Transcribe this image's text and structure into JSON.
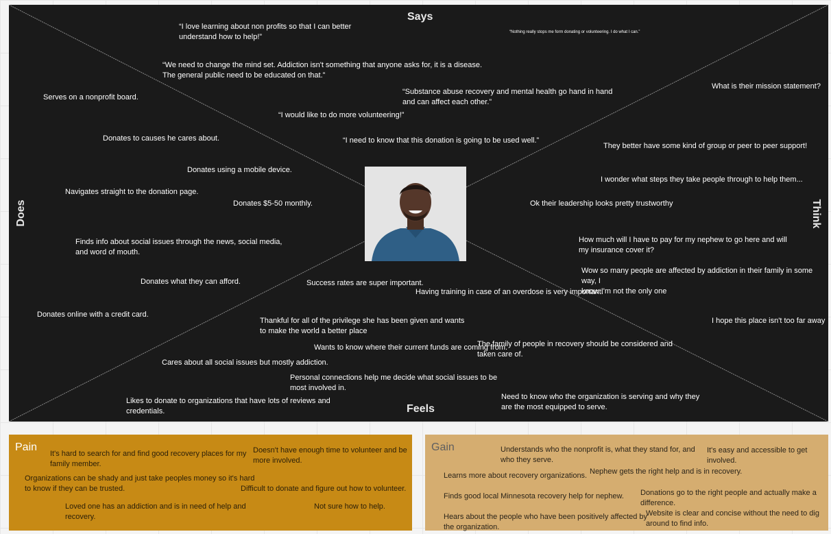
{
  "board": {
    "labels": {
      "says": "Says",
      "think": "Think",
      "feels": "Feels",
      "does": "Does"
    },
    "says": [
      "“I love learning about non profits so that I can better\nunderstand how to help!”",
      "“Nothing really stops me form donating or volunteering. I do what I can.”",
      "“We need to change the mind set. Addiction isn't something that anyone asks for, it is a disease.\nThe general public need to be educated on that.”",
      "“Substance abuse recovery and mental health go hand in hand\nand can affect each other.”",
      "“I would like to do more volunteering!”",
      "“I need to know that this donation is going to be used well.”"
    ],
    "think": [
      "What is their mission statement?",
      "They better have some kind of group or peer to peer support!",
      "I wonder what steps they take people through to help them...",
      "Ok their leadership looks pretty trustworthy",
      "How much will I have to pay for my nephew to go here and will\nmy insurance cover it?",
      "Wow so many people are affected by addiction in their family in some way, I\nknow I'm not the only one",
      "I hope this place isn't too far away"
    ],
    "does": [
      "Serves on a nonprofit board.",
      "Donates to causes he cares about.",
      "Donates using a mobile device.",
      "Navigates straight to the donation page.",
      "Donates $5-50 monthly.",
      "Finds info about social issues through the news, social media,\nand word of mouth.",
      "Donates what they can afford.",
      "Donates online with a credit card."
    ],
    "feels": [
      "Success rates are super important.",
      "Having training in case of an overdose is very important.",
      "Thankful for all of the privilege she has been given and wants\nto make the world a better place",
      "Wants to know where their current funds are coming from.",
      "The family of people in recovery should be considered and\ntaken care of.",
      "Cares about all social issues but mostly addiction.",
      "Personal connections help me decide what social issues to be\nmost involved in.",
      "Likes to donate to organizations that have lots of reviews and\ncredentials.",
      "Need to know who the organization is serving and why they\nare the most equipped to serve."
    ]
  },
  "pain": {
    "title": "Pain",
    "notes": [
      "It's hard to search for and find good recovery places for my\nfamily member.",
      "Doesn't have enough time to volunteer and be\nmore involved.",
      "Organizations can be shady and just take peoples money so it's hard\nto know if they can be trusted.",
      "Difficult to donate and figure out how to volunteer.",
      "Loved one has an addiction and is in need of help and\nrecovery.",
      "Not sure how to help."
    ]
  },
  "gain": {
    "title": "Gain",
    "notes": [
      "Understands who the nonprofit is, what they stand for, and\nwho they serve.",
      "It's easy and accessible to get\ninvolved.",
      "Learns more about recovery organizations.",
      "Nephew gets the right help and is in recovery.",
      "Finds good local Minnesota recovery help for nephew.",
      "Donations go to the right people and actually make a\ndifference.",
      "Hears about the people who have been positively affected by\nthe organization.",
      "Website is clear and concise without the need to dig\naround to find info."
    ]
  },
  "colors": {
    "board": "#1a1a1a",
    "pain": "#c78a15",
    "gain": "#d5ad70"
  }
}
